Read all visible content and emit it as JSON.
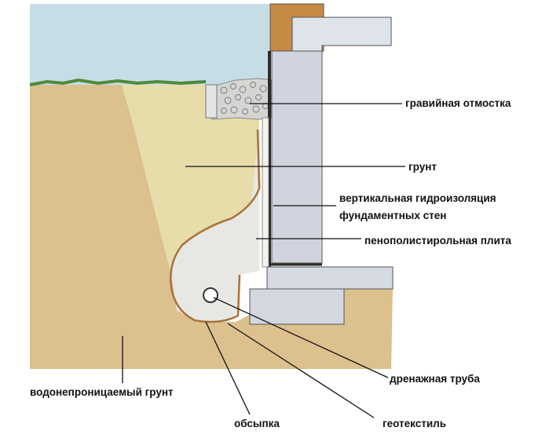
{
  "labels": {
    "gravel": "гравийная отмостка",
    "soil": "грунт",
    "waterproofing_line1": "вертикальная гидроизоляция",
    "waterproofing_line2": "фундаментных стен",
    "eps_board": "пенополистирольная плита",
    "drain_pipe": "дренажная труба",
    "impermeable_soil": "водонепроницаемый грунт",
    "backfill": "обсыпка",
    "geotextile": "геотекстиль"
  },
  "colors": {
    "sky": "#c7dde6",
    "impermeable_soil": "#dcc08e",
    "backfill_soil": "#e6ddaa",
    "backfill_gravel": "#e7e8e4",
    "concrete": "#cfd4de",
    "waterproofing": "#2b2b2b",
    "brick": "#c58a45",
    "geotextile": "#a9723c",
    "grass": "#4f8a3a"
  }
}
